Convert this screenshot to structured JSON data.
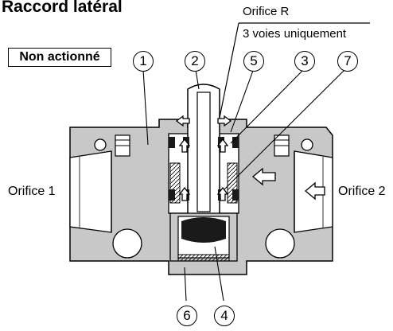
{
  "title": "Raccord latéral",
  "state_label": "Non actionné",
  "labels": {
    "orifice_r": "Orifice R",
    "three_way_only": "3 voies uniquement",
    "orifice_1": "Orifice 1",
    "orifice_2": "Orifice 2"
  },
  "callouts": [
    "1",
    "2",
    "3",
    "4",
    "5",
    "6",
    "7"
  ],
  "colors": {
    "body_fill": "#c8c8c8",
    "seal_fill": "#1a1a1a",
    "line": "#000000"
  }
}
